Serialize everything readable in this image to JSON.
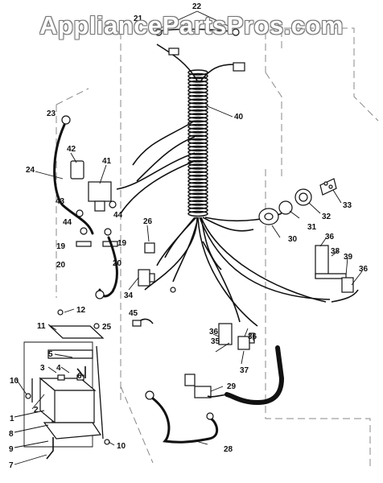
{
  "watermark": "AppliancePartsPros.com",
  "callouts": {
    "c1": "1",
    "c2": "2",
    "c3": "3",
    "c4": "4",
    "c5": "5",
    "c6": "6",
    "c7": "7",
    "c8": "8",
    "c9": "9",
    "c10a": "10",
    "c10b": "10",
    "c11": "11",
    "c12": "12",
    "c19a": "19",
    "c19b": "19",
    "c20a": "20",
    "c20b": "20",
    "c21": "21",
    "c22": "22",
    "c23": "23",
    "c24": "24",
    "c25": "25",
    "c26": "26",
    "c28": "28",
    "c29": "29",
    "c30": "30",
    "c31": "31",
    "c32": "32",
    "c33": "33",
    "c34": "34",
    "c35": "35",
    "c36a": "36",
    "c36b": "36",
    "c36c": "36",
    "c36d": "36",
    "c37": "37",
    "c38": "38",
    "c39": "39",
    "c40": "40",
    "c41": "41",
    "c42": "42",
    "c43": "43",
    "c44": "44",
    "c45": "45"
  }
}
